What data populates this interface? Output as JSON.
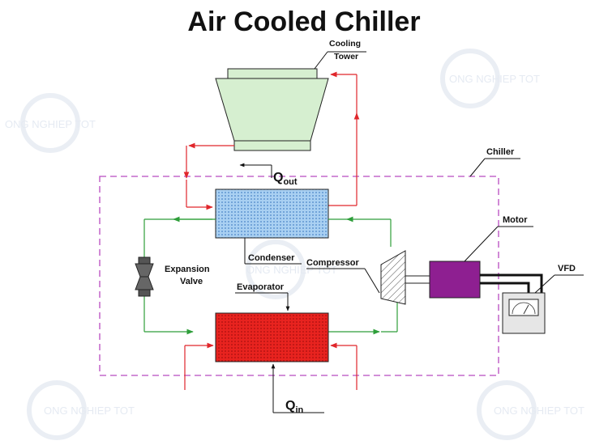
{
  "title": "Air Cooled Chiller",
  "labels": {
    "cooling_tower_line1": "Cooling",
    "cooling_tower_line2": "Tower",
    "chiller": "Chiller",
    "q_out_main": "Q",
    "q_out_sub": "out",
    "condenser": "Condenser",
    "expansion_valve_line1": "Expansion",
    "expansion_valve_line2": "Valve",
    "compressor": "Compressor",
    "evaporator": "Evaporator",
    "motor": "Motor",
    "vfd": "VFD",
    "q_in_main": "Q",
    "q_in_sub": "in"
  },
  "watermark": "ONG NGHIEP TOT",
  "colors": {
    "refrigerant_line": "#2e9e3a",
    "water_line": "#e0262b",
    "chiller_boundary": "#b84ac0",
    "cooling_tower_fill": "#d6efd0",
    "condenser_fill": "#9cc6ef",
    "evaporator_fill": "#e8231f",
    "motor_fill": "#8e1f91",
    "vfd_fill": "#e6e6e6"
  }
}
